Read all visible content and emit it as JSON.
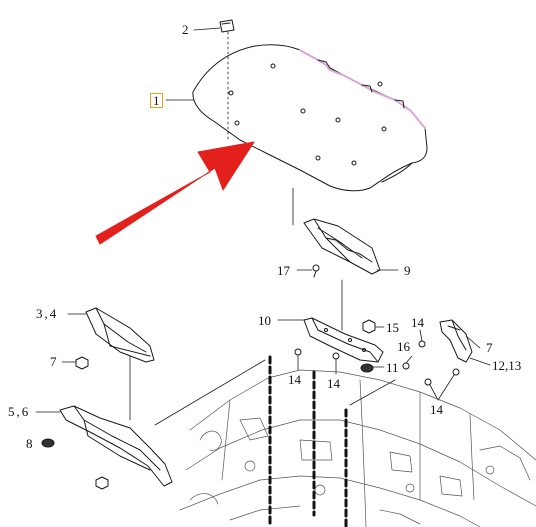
{
  "diagram": {
    "callouts": [
      {
        "id": "c1",
        "text": "1",
        "highlighted": true
      },
      {
        "id": "c2",
        "text": "2"
      },
      {
        "id": "c3",
        "text": "3,4"
      },
      {
        "id": "c4",
        "text": "5,6"
      },
      {
        "id": "c5",
        "text": "7"
      },
      {
        "id": "c6",
        "text": "7"
      },
      {
        "id": "c7",
        "text": "8"
      },
      {
        "id": "c8",
        "text": "9"
      },
      {
        "id": "c9",
        "text": "10"
      },
      {
        "id": "c10",
        "text": "11"
      },
      {
        "id": "c11",
        "text": "12,13"
      },
      {
        "id": "c12",
        "text": "14"
      },
      {
        "id": "c13",
        "text": "14"
      },
      {
        "id": "c14",
        "text": "14"
      },
      {
        "id": "c15",
        "text": "14"
      },
      {
        "id": "c16",
        "text": "15"
      },
      {
        "id": "c17",
        "text": "16"
      },
      {
        "id": "c18",
        "text": "17"
      }
    ],
    "colors": {
      "highlight_border": "#e3a21a",
      "arrow": "#e3201c",
      "line": "#1a1a1a",
      "pink_edge": "#d9a6d9",
      "shade": "#c8c8c8"
    }
  }
}
